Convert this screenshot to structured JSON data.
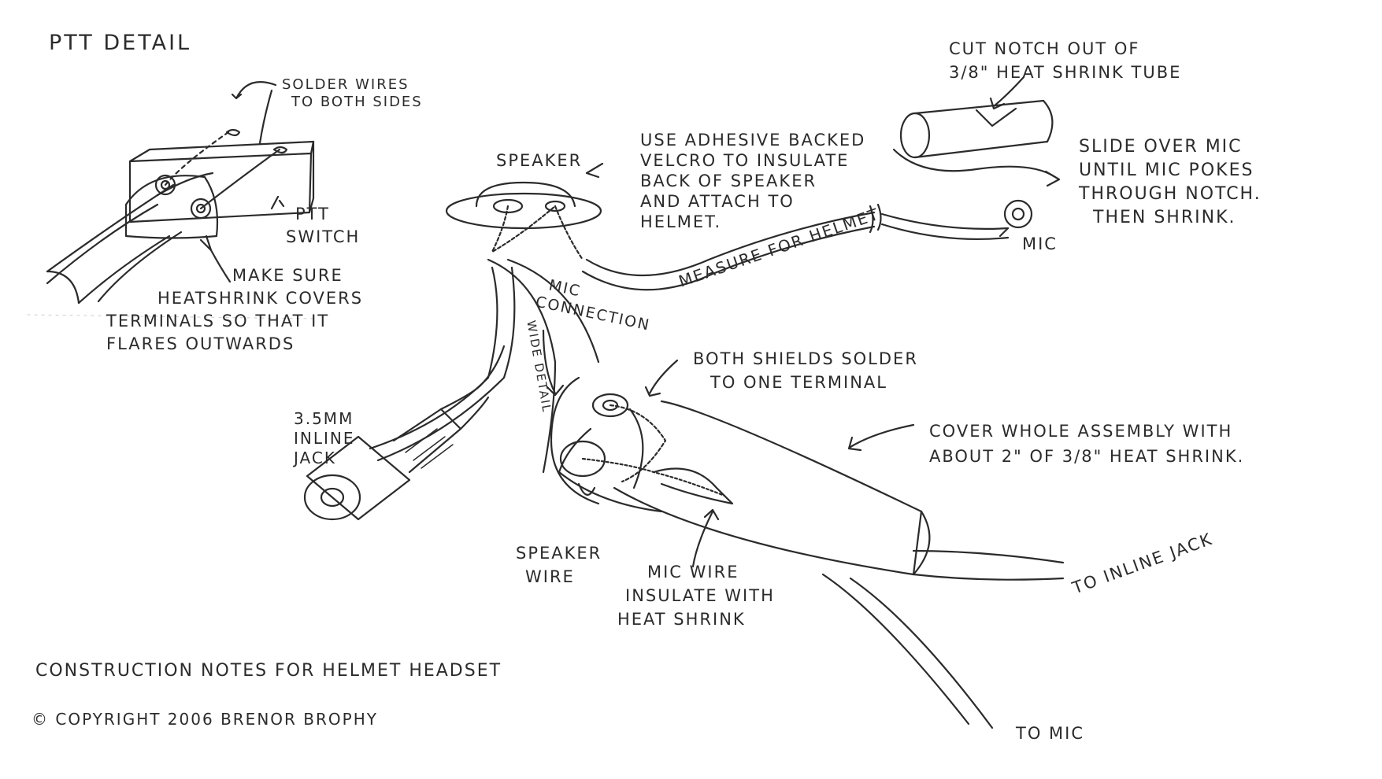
{
  "title": "PTT DETAIL",
  "ptt": {
    "solder_note": [
      "SOLDER WIRES",
      "TO BOTH SIDES"
    ],
    "switch_label": [
      "PTT",
      "SWITCH"
    ],
    "heatshrink_note": [
      "MAKE SURE",
      "HEATSHRINK COVERS",
      "TERMINALS SO THAT IT",
      "FLARES OUTWARDS"
    ]
  },
  "speaker": {
    "label": "SPEAKER",
    "velcro_note": [
      "USE ADHESIVE BACKED",
      "VELCRO TO INSULATE",
      "BACK OF SPEAKER",
      "AND ATTACH TO",
      "HELMET."
    ]
  },
  "mic": {
    "notch_note": [
      "CUT NOTCH OUT OF",
      "3/8\" HEAT SHRINK TUBE"
    ],
    "slide_note": [
      "SLIDE OVER MIC",
      "UNTIL MIC POKES",
      "THROUGH NOTCH.",
      "THEN SHRINK."
    ],
    "label": "MIC",
    "measure_note": "MEASURE FOR HELMET"
  },
  "connection": {
    "mic_connection": [
      "MIC",
      "CONNECTION"
    ],
    "wide_detail": "WIDE DETAIL",
    "shields_note": [
      "BOTH SHIELDS SOLDER",
      "TO ONE TERMINAL"
    ],
    "cover_note": [
      "COVER WHOLE ASSEMBLY WITH",
      "ABOUT 2\" OF 3/8\" HEAT SHRINK."
    ],
    "jack_label": [
      "3.5MM",
      "INLINE",
      "JACK"
    ],
    "speaker_wire": [
      "SPEAKER",
      "WIRE"
    ],
    "mic_wire_note": [
      "MIC WIRE",
      "INSULATE WITH",
      "HEAT SHRINK"
    ],
    "to_inline_jack": "TO INLINE JACK",
    "to_mic": "TO MIC"
  },
  "footer": {
    "construction_notes": "CONSTRUCTION NOTES FOR HELMET HEADSET",
    "copyright": "© COPYRIGHT 2006 BRENOR BROPHY"
  },
  "colors": {
    "ink": "#2b2b2b",
    "paper": "#ffffff"
  }
}
